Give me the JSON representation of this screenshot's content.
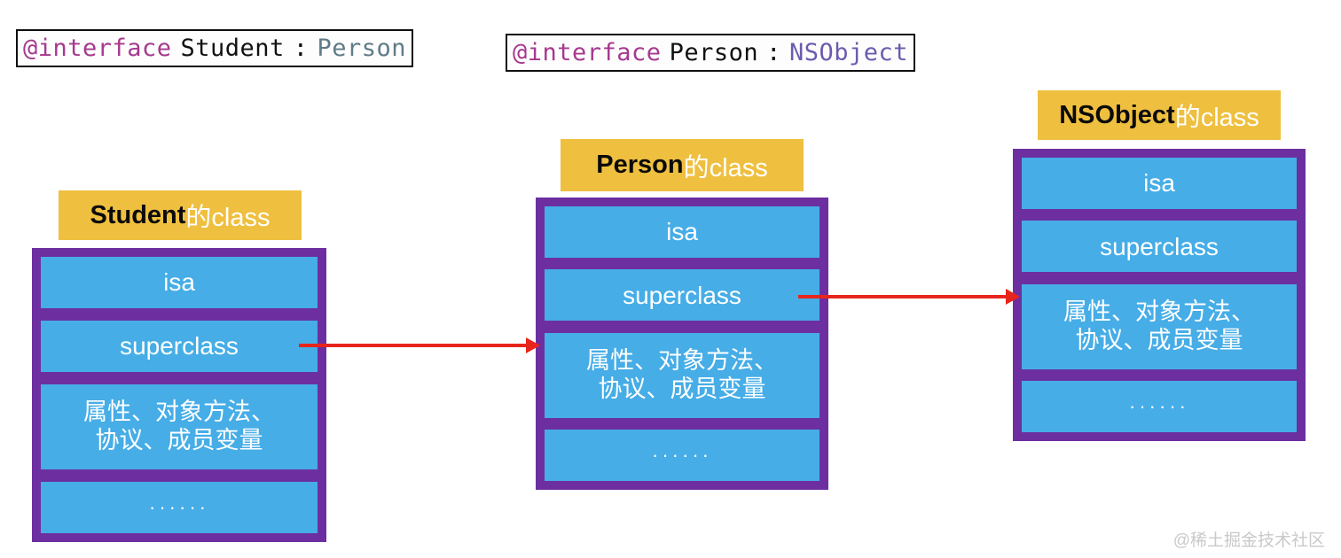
{
  "declarations": [
    {
      "id": "student",
      "keyword": "@interface",
      "class_name": "Student",
      "colon": ":",
      "superclass": "Person",
      "keyword_color": "#a6398e",
      "class_color": "#111111",
      "superclass_color": "#5f7b87"
    },
    {
      "id": "person",
      "keyword": "@interface",
      "class_name": "Person",
      "colon": ":",
      "superclass": "NSObject",
      "keyword_color": "#a6398e",
      "class_color": "#111111",
      "superclass_color": "#6b5bae"
    }
  ],
  "class_objects": [
    {
      "id": "student",
      "header_name": "Student",
      "header_suffix": "的class",
      "slots": {
        "isa": "isa",
        "superclass": "superclass",
        "members": "属性、对象方法、\n协议、成员变量",
        "ellipsis": "······"
      }
    },
    {
      "id": "person",
      "header_name": "Person",
      "header_suffix": "的class",
      "slots": {
        "isa": "isa",
        "superclass": "superclass",
        "members": "属性、对象方法、\n协议、成员变量",
        "ellipsis": "······"
      }
    },
    {
      "id": "nsobject",
      "header_name": "NSObject",
      "header_suffix": "的class",
      "slots": {
        "isa": "isa",
        "superclass": "superclass",
        "members": "属性、对象方法、\n协议、成员变量",
        "ellipsis": "······"
      }
    }
  ],
  "arrows": [
    {
      "id": "student-to-person",
      "from": "student.superclass",
      "to": "person-class"
    },
    {
      "id": "person-to-nsobject",
      "from": "person.superclass",
      "to": "nsobject-class"
    }
  ],
  "watermark": "@稀土掘金技术社区",
  "colors": {
    "header_yellow": "#efbf3f",
    "body_purple": "#6d2fa0",
    "slot_blue": "#46ade7",
    "arrow_red": "#e8251c",
    "background": "#ffffff"
  }
}
